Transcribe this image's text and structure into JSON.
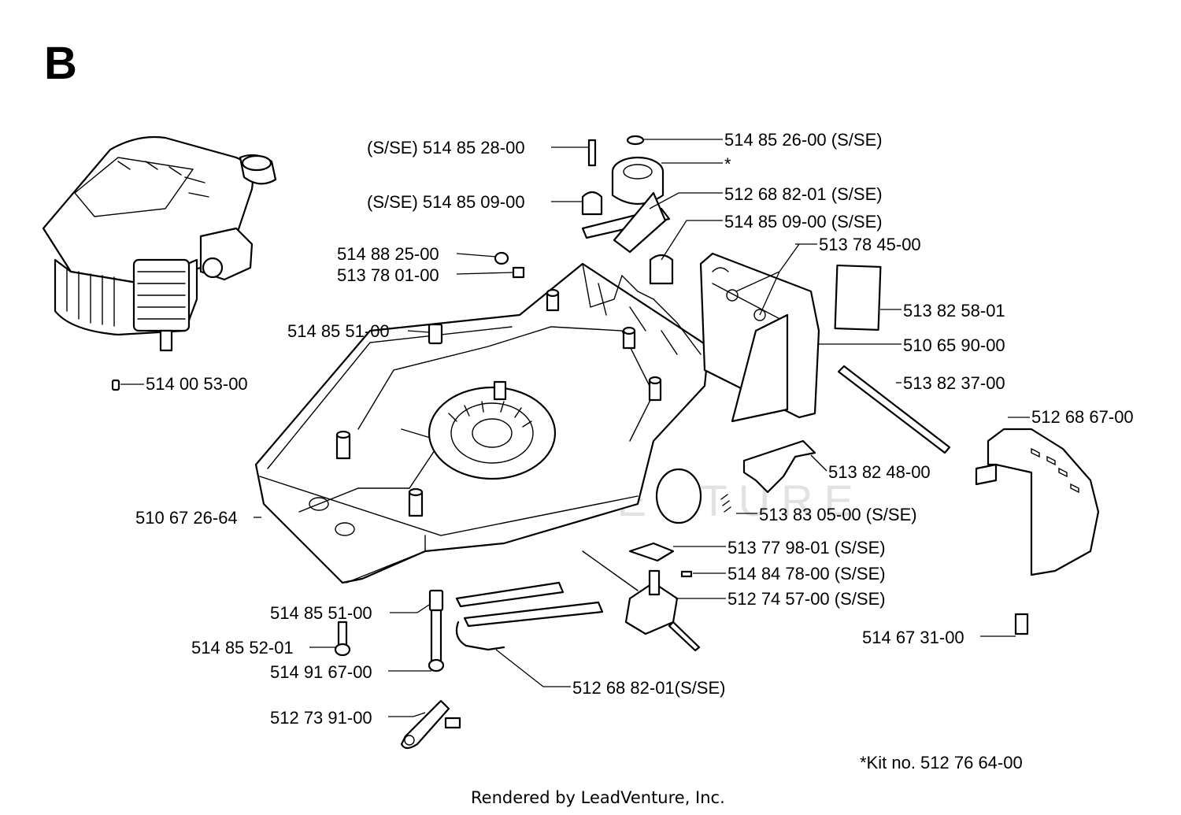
{
  "section_letter": "B",
  "labels": {
    "p514852800": "(S/SE) 514 85 28-00",
    "p514852600": "514 85 26-00 (S/SE)",
    "kit_star": "*",
    "p514850900a": "(S/SE) 514 85 09-00",
    "p512688201a": "512 68 82-01 (S/SE)",
    "p514850900b": "514 85 09-00 (S/SE)",
    "p514882500": "514 88 25-00",
    "p513784500": "513 78 45-00",
    "p513780100": "513 78 01-00",
    "p513825801": "513 82 58-01",
    "p514855100a": "514 85 51-00",
    "p510659000": "510 65 90-00",
    "p514005300": "514 00 53-00",
    "p513823700": "513 82 37-00",
    "p512686700": "512 68 67-00",
    "p513824800": "513 82 48-00",
    "p510672664": "510 67 26-64",
    "p513830500": "513 83 05-00 (S/SE)",
    "p513779801": "513 77 98-01 (S/SE)",
    "p514847800": "514 84 78-00 (S/SE)",
    "p512745700": "512 74 57-00 (S/SE)",
    "p514855100b": "514 85 51-00",
    "p514855201": "514 85 52-01",
    "p514673100": "514 67 31-00",
    "p514916700": "514 91 67-00",
    "p512688201b": "512 68 82-01(S/SE)",
    "p512739100": "512 73 91-00"
  },
  "kit_note": "*Kit no. 512 76 64-00",
  "watermark": "LEADVENTURE",
  "footer": "Rendered by LeadVenture, Inc."
}
